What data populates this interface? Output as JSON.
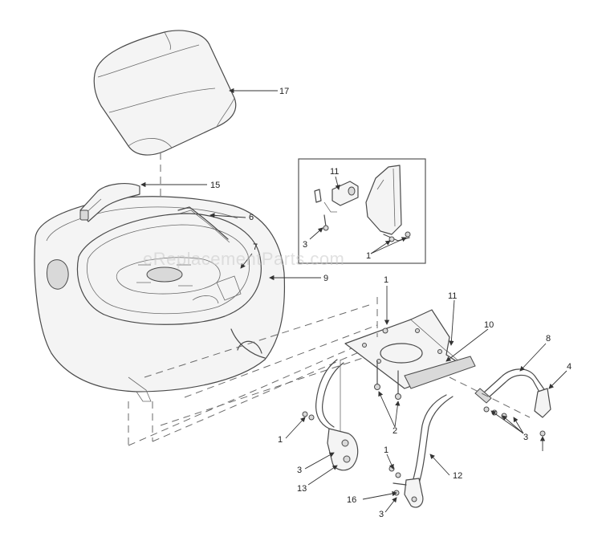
{
  "diagram": {
    "watermark": "eReplacementParts.com",
    "callouts": {
      "seat": "17",
      "seat_pivot_bracket": "15",
      "rod": "6",
      "label_7": "7",
      "body": "9",
      "detail_bracket": "11",
      "detail_screw_upper": "3",
      "detail_screw_lower": "1",
      "fastener_top": "1",
      "bracket_top": "11",
      "plate": "10",
      "side_rail": "8",
      "end_cap": "4",
      "left_bolt_1": "1",
      "center_bolts": "2",
      "frame_tube": "12",
      "pivot_screw_3": "3",
      "pivot_bracket": "13",
      "lower_bolt_1": "1",
      "bottom_bracket": "16",
      "bottom_screw_3": "3",
      "right_screw_3": "3"
    }
  }
}
